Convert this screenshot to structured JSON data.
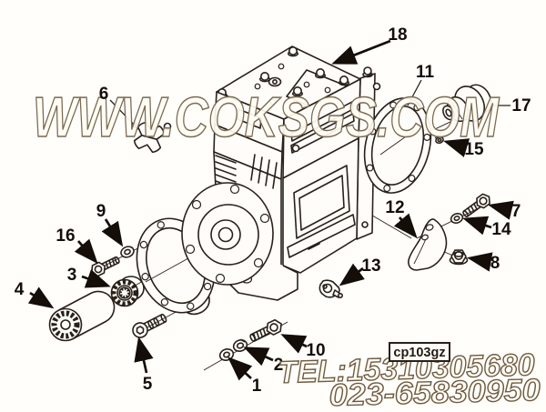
{
  "figure": {
    "type": "exploded-parts-diagram",
    "code_label": "cp103gz"
  },
  "watermark": {
    "main": "WWW.COKSGS.COM",
    "tel": "TEL:15310305680",
    "phone": "023-65830950"
  },
  "colors": {
    "line": "#29201a",
    "background": "#fffefb",
    "watermark_outline": "#7b6850"
  },
  "callouts": [
    {
      "label": "1"
    },
    {
      "label": "2"
    },
    {
      "label": "3"
    },
    {
      "label": "4"
    },
    {
      "label": "5"
    },
    {
      "label": "6"
    },
    {
      "label": "7"
    },
    {
      "label": "8"
    },
    {
      "label": "9"
    },
    {
      "label": "10"
    },
    {
      "label": "11"
    },
    {
      "label": "12"
    },
    {
      "label": "13"
    },
    {
      "label": "14"
    },
    {
      "label": "15"
    },
    {
      "label": "16"
    },
    {
      "label": "17"
    },
    {
      "label": "18"
    }
  ]
}
